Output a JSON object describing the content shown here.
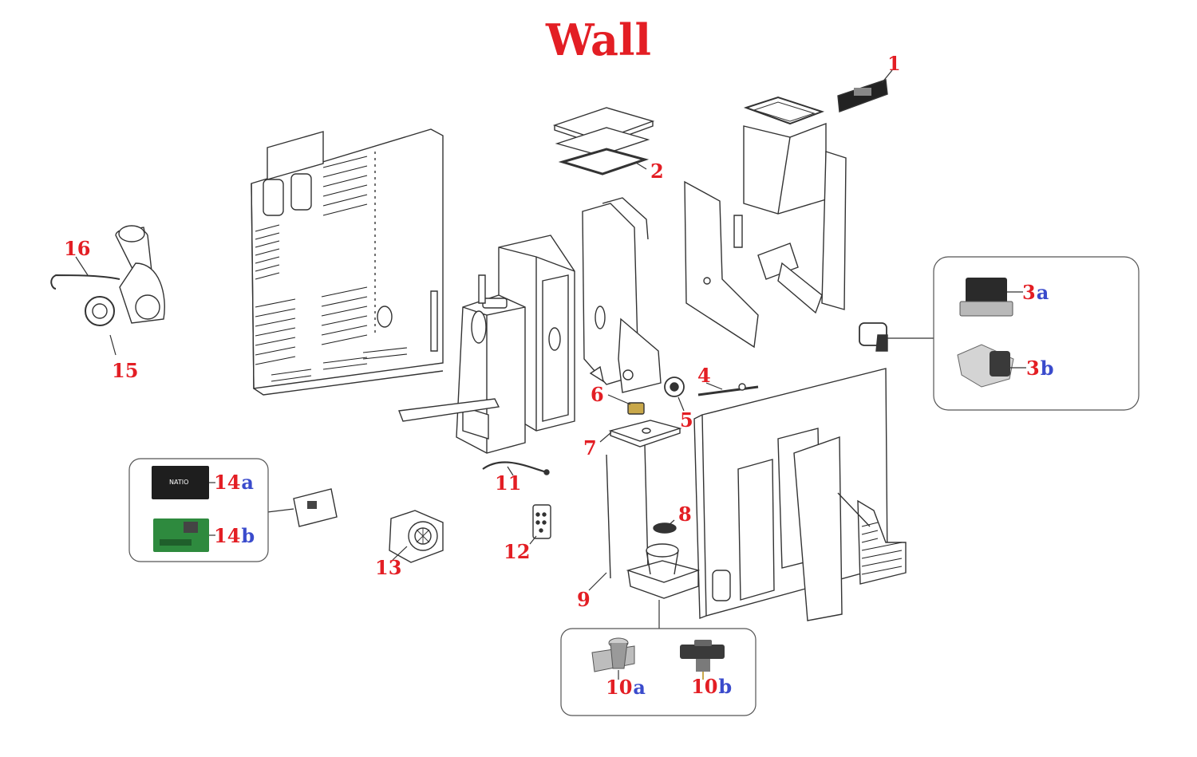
{
  "title": "Wall",
  "colors": {
    "number": "#e31e24",
    "suffix": "#3a4bcc",
    "title": "#e31e24",
    "line": "#333333",
    "box": "#555555"
  },
  "callouts": [
    {
      "n": "1",
      "s": ""
    },
    {
      "n": "2",
      "s": ""
    },
    {
      "n": "3",
      "s": "a"
    },
    {
      "n": "3",
      "s": "b"
    },
    {
      "n": "4",
      "s": ""
    },
    {
      "n": "5",
      "s": ""
    },
    {
      "n": "6",
      "s": ""
    },
    {
      "n": "7",
      "s": ""
    },
    {
      "n": "8",
      "s": ""
    },
    {
      "n": "9",
      "s": ""
    },
    {
      "n": "10",
      "s": "a"
    },
    {
      "n": "10",
      "s": "b"
    },
    {
      "n": "11",
      "s": ""
    },
    {
      "n": "12",
      "s": ""
    },
    {
      "n": "13",
      "s": ""
    },
    {
      "n": "14",
      "s": "a"
    },
    {
      "n": "14",
      "s": "b"
    },
    {
      "n": "15",
      "s": ""
    },
    {
      "n": "16",
      "s": ""
    }
  ],
  "panel_logo_text": "NATIO"
}
